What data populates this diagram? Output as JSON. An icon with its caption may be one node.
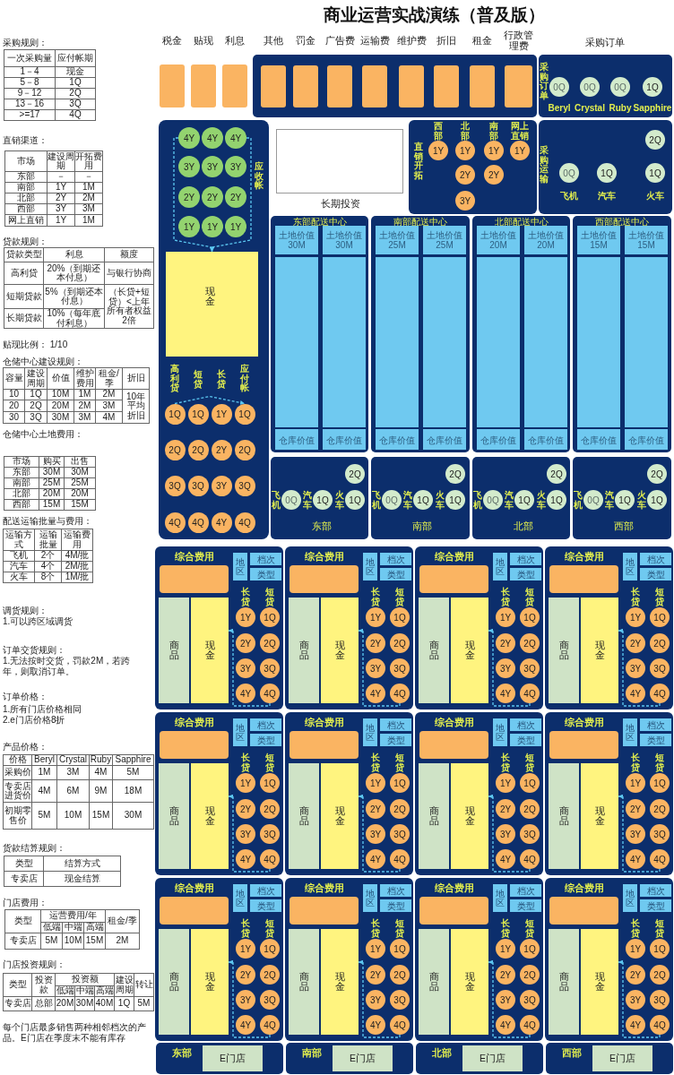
{
  "diagram": {
    "title": "商业运营实战演练（普及版）",
    "nodes": [
      {
        "text": [
          "税金"
        ]
      },
      {
        "text": [
          "贴现"
        ]
      },
      {
        "text": [
          "利息"
        ]
      },
      {
        "text": [],
        "shape": "box"
      },
      {
        "text": [
          "其他"
        ],
        "in": 3
      },
      {
        "text": [
          "罚金"
        ],
        "in": 3
      },
      {
        "text": [
          "广告费"
        ],
        "in": 3
      },
      {
        "text": [
          "运输费"
        ],
        "in": 3
      },
      {
        "text": [
          "维护费"
        ],
        "in": 3
      },
      {
        "text": [
          "折旧"
        ],
        "in": 3
      },
      {
        "text": [
          "租金"
        ],
        "in": 3
      },
      {
        "text": [
          "行政管理费"
        ],
        "in": 3
      },
      {
        "text": [
          "采购订单",
          "采购订单"
        ]
      },
      {
        "text": [
          "0Q"
        ],
        "in": 12,
        "beside": [
          "Beryl"
        ]
      },
      {
        "text": [
          "0Q"
        ],
        "in": 12,
        "beside": [
          "Crystal"
        ]
      },
      {
        "text": [
          "0Q"
        ],
        "in": 12,
        "beside": [
          "Ruby"
        ]
      },
      {
        "text": [
          "1Q"
        ],
        "in": 12,
        "beside": [
          "Sapphire"
        ]
      },
      {
        "text": [
          "应收帐",
          "高利贷",
          "短贷",
          "长贷",
          "应付帐"
        ]
      },
      {
        "text": [
          "4Y"
        ],
        "in": 17
      },
      {
        "text": [
          "4Y"
        ],
        "in": 17
      },
      {
        "text": [
          "4Y"
        ],
        "in": 17
      },
      {
        "text": [
          "3Y"
        ],
        "in": 17
      },
      {
        "text": [
          "3Y"
        ],
        "in": 17
      },
      {
        "text": [
          "3Y"
        ],
        "in": 17
      },
      {
        "text": [
          "2Y"
        ],
        "in": 17
      },
      {
        "text": [
          "2Y"
        ],
        "in": 17
      },
      {
        "text": [
          "2Y"
        ],
        "in": 17
      },
      {
        "text": [
          "1Y"
        ],
        "in": 17
      },
      {
        "text": [
          "1Y"
        ],
        "in": 17
      },
      {
        "text": [
          "1Y"
        ],
        "in": 17
      },
      {
        "text": [
          "现金"
        ],
        "in": 17
      },
      {
        "text": [
          "1Q"
        ],
        "in": 17
      },
      {
        "text": [
          "1Q"
        ],
        "in": 17
      },
      {
        "text": [
          "1Y"
        ],
        "in": 17
      },
      {
        "text": [
          "1Q"
        ],
        "in": 17
      },
      {
        "text": [
          "2Q"
        ],
        "in": 17
      },
      {
        "text": [
          "2Q"
        ],
        "in": 17
      },
      {
        "text": [
          "2Y"
        ],
        "in": 17
      },
      {
        "text": [
          "2Q"
        ],
        "in": 17
      },
      {
        "text": [
          "3Q"
        ],
        "in": 17
      },
      {
        "text": [
          "3Q"
        ],
        "in": 17
      },
      {
        "text": [
          "3Y"
        ],
        "in": 17
      },
      {
        "text": [
          "3Q"
        ],
        "in": 17
      },
      {
        "text": [
          "4Q"
        ],
        "in": 17
      },
      {
        "text": [
          "4Q"
        ],
        "in": 17
      },
      {
        "text": [
          "4Y"
        ],
        "in": 17
      },
      {
        "text": [
          "4Q"
        ],
        "in": 17
      },
      {
        "text": [
          "长期投资"
        ]
      },
      {
        "text": [
          "直销开拓"
        ]
      },
      {
        "text": [
          "1Y"
        ],
        "in": 48,
        "beside": [
          "西部"
        ]
      },
      {
        "text": [
          "1Y"
        ],
        "in": 48,
        "beside": [
          "北部"
        ]
      },
      {
        "text": [
          "1Y"
        ],
        "in": 48,
        "beside": [
          "南部"
        ]
      },
      {
        "text": [
          "1Y"
        ],
        "in": 48,
        "beside": [
          "网上直销"
        ]
      },
      {
        "text": [
          "2Y"
        ],
        "in": 48
      },
      {
        "text": [
          "2Y"
        ],
        "in": 48
      },
      {
        "text": [
          "3Y"
        ],
        "in": 48
      },
      {
        "text": [
          "采购运输"
        ]
      },
      {
        "text": [
          "2Q"
        ],
        "in": 56
      },
      {
        "text": [
          "0Q"
        ],
        "in": 56,
        "beside": [
          "飞机"
        ]
      },
      {
        "text": [
          "1Q"
        ],
        "in": 56,
        "beside": [
          "汽车"
        ]
      },
      {
        "text": [
          "1Q"
        ],
        "in": 56,
        "beside": [
          "火车"
        ]
      },
      {
        "text": [
          "东部配送中心"
        ]
      },
      {
        "text": [
          "土地价值30M"
        ],
        "in": 61
      },
      {
        "text": [
          "土地价值30M"
        ],
        "in": 61
      },
      {
        "text": [
          "仓库价值"
        ],
        "in": 61
      },
      {
        "text": [
          "仓库价值"
        ],
        "in": 61
      },
      {
        "text": [
          "南部配送中心"
        ]
      },
      {
        "text": [
          "土地价值25M"
        ],
        "in": 66
      },
      {
        "text": [
          "土地价值25M"
        ],
        "in": 66
      },
      {
        "text": [
          "仓库价值"
        ],
        "in": 66
      },
      {
        "text": [
          "仓库价值"
        ],
        "in": 66
      },
      {
        "text": [
          "北部配送中心"
        ]
      },
      {
        "text": [
          "土地价值20M"
        ],
        "in": 71
      },
      {
        "text": [
          "土地价值20M"
        ],
        "in": 71
      },
      {
        "text": [
          "仓库价值"
        ],
        "in": 71
      },
      {
        "text": [
          "仓库价值"
        ],
        "in": 71
      },
      {
        "text": [
          "西部配送中心"
        ]
      },
      {
        "text": [
          "土地价值15M"
        ],
        "in": 76
      },
      {
        "text": [
          "土地价值15M"
        ],
        "in": 76
      },
      {
        "text": [
          "仓库价值"
        ],
        "in": 76
      },
      {
        "text": [
          "仓库价值"
        ],
        "in": 76
      },
      {
        "text": [
          "东部"
        ]
      },
      {
        "text": [
          "2Q"
        ],
        "in": 81
      },
      {
        "text": [
          "0Q"
        ],
        "in": 81,
        "beside": [
          "飞机"
        ]
      },
      {
        "text": [
          "1Q"
        ],
        "in": 81,
        "beside": [
          "汽车"
        ]
      },
      {
        "text": [
          "1Q"
        ],
        "in": 81,
        "beside": [
          "火车"
        ]
      },
      {
        "text": [
          "南部"
        ]
      },
      {
        "text": [
          "2Q"
        ],
        "in": 86
      },
      {
        "text": [
          "0Q"
        ],
        "in": 86,
        "beside": [
          "飞机"
        ]
      },
      {
        "text": [
          "1Q"
        ],
        "in": 86,
        "beside": [
          "汽车"
        ]
      },
      {
        "text": [
          "1Q"
        ],
        "in": 86,
        "beside": [
          "火车"
        ]
      },
      {
        "text": [
          "北部"
        ]
      },
      {
        "text": [
          "2Q"
        ],
        "in": 91
      },
      {
        "text": [
          "0Q"
        ],
        "in": 91,
        "beside": [
          "飞机"
        ]
      },
      {
        "text": [
          "1Q"
        ],
        "in": 91,
        "beside": [
          "汽车"
        ]
      },
      {
        "text": [
          "1Q"
        ],
        "in": 91,
        "beside": [
          "火车"
        ]
      },
      {
        "text": [
          "西部"
        ]
      },
      {
        "text": [
          "2Q"
        ],
        "in": 96
      },
      {
        "text": [
          "0Q"
        ],
        "in": 96,
        "beside": [
          "飞机"
        ]
      },
      {
        "text": [
          "1Q"
        ],
        "in": 96,
        "beside": [
          "汽车"
        ]
      },
      {
        "text": [
          "1Q"
        ],
        "in": 96,
        "beside": [
          "火车"
        ]
      },
      {
        "text": [],
        "shape": "box"
      },
      {
        "text": [
          "综合费用"
        ],
        "in": 101
      },
      {
        "text": [
          "地区"
        ],
        "in": 101
      },
      {
        "text": [
          "档次"
        ],
        "in": 101
      },
      {
        "text": [
          "类型"
        ],
        "in": 101
      },
      {
        "text": [
          "1Y"
        ],
        "in": 101,
        "beside": [
          "长贷"
        ]
      },
      {
        "text": [
          "1Q"
        ],
        "in": 101,
        "beside": [
          "短贷"
        ]
      },
      {
        "text": [
          "2Y"
        ],
        "in": 101
      },
      {
        "text": [
          "2Q"
        ],
        "in": 101
      },
      {
        "text": [
          "3Y"
        ],
        "in": 101
      },
      {
        "text": [
          "3Q"
        ],
        "in": 101
      },
      {
        "text": [
          "4Y"
        ],
        "in": 101
      },
      {
        "text": [
          "4Q"
        ],
        "in": 101
      },
      {
        "text": [
          "商品"
        ],
        "in": 101
      },
      {
        "text": [
          "现金"
        ],
        "in": 101
      },
      {
        "text": [],
        "shape": "box"
      },
      {
        "text": [
          "综合费用"
        ],
        "in": 116
      },
      {
        "text": [
          "地区"
        ],
        "in": 116
      },
      {
        "text": [
          "档次"
        ],
        "in": 116
      },
      {
        "text": [
          "类型"
        ],
        "in": 116
      },
      {
        "text": [
          "1Y"
        ],
        "in": 116,
        "beside": [
          "长贷"
        ]
      },
      {
        "text": [
          "1Q"
        ],
        "in": 116,
        "beside": [
          "短贷"
        ]
      },
      {
        "text": [
          "2Y"
        ],
        "in": 116
      },
      {
        "text": [
          "2Q"
        ],
        "in": 116
      },
      {
        "text": [
          "3Y"
        ],
        "in": 116
      },
      {
        "text": [
          "3Q"
        ],
        "in": 116
      },
      {
        "text": [
          "4Y"
        ],
        "in": 116
      },
      {
        "text": [
          "4Q"
        ],
        "in": 116
      },
      {
        "text": [
          "商品"
        ],
        "in": 116
      },
      {
        "text": [
          "现金"
        ],
        "in": 116
      },
      {
        "text": [],
        "shape": "box"
      },
      {
        "text": [
          "综合费用"
        ],
        "in": 131
      },
      {
        "text": [
          "地区"
        ],
        "in": 131
      },
      {
        "text": [
          "档次"
        ],
        "in": 131
      },
      {
        "text": [
          "类型"
        ],
        "in": 131
      },
      {
        "text": [
          "1Y"
        ],
        "in": 131,
        "beside": [
          "长贷"
        ]
      },
      {
        "text": [
          "1Q"
        ],
        "in": 131,
        "beside": [
          "短贷"
        ]
      },
      {
        "text": [
          "2Y"
        ],
        "in": 131
      },
      {
        "text": [
          "2Q"
        ],
        "in": 131
      },
      {
        "text": [
          "3Y"
        ],
        "in": 131
      },
      {
        "text": [
          "3Q"
        ],
        "in": 131
      },
      {
        "text": [
          "4Y"
        ],
        "in": 131
      },
      {
        "text": [
          "4Q"
        ],
        "in": 131
      },
      {
        "text": [
          "商品"
        ],
        "in": 131
      },
      {
        "text": [
          "现金"
        ],
        "in": 131
      },
      {
        "text": [],
        "shape": "box"
      },
      {
        "text": [
          "综合费用"
        ],
        "in": 146
      },
      {
        "text": [
          "地区"
        ],
        "in": 146
      },
      {
        "text": [
          "档次"
        ],
        "in": 146
      },
      {
        "text": [
          "类型"
        ],
        "in": 146
      },
      {
        "text": [
          "1Y"
        ],
        "in": 146,
        "beside": [
          "长贷"
        ]
      },
      {
        "text": [
          "1Q"
        ],
        "in": 146,
        "beside": [
          "短贷"
        ]
      },
      {
        "text": [
          "2Y"
        ],
        "in": 146
      },
      {
        "text": [
          "2Q"
        ],
        "in": 146
      },
      {
        "text": [
          "3Y"
        ],
        "in": 146
      },
      {
        "text": [
          "3Q"
        ],
        "in": 146
      },
      {
        "text": [
          "4Y"
        ],
        "in": 146
      },
      {
        "text": [
          "4Q"
        ],
        "in": 146
      },
      {
        "text": [
          "商品"
        ],
        "in": 146
      },
      {
        "text": [
          "现金"
        ],
        "in": 146
      },
      {
        "text": [],
        "shape": "box"
      },
      {
        "text": [
          "综合费用"
        ],
        "in": 161
      },
      {
        "text": [
          "地区"
        ],
        "in": 161
      },
      {
        "text": [
          "档次"
        ],
        "in": 161
      },
      {
        "text": [
          "类型"
        ],
        "in": 161
      },
      {
        "text": [
          "1Y"
        ],
        "in": 161,
        "beside": [
          "长贷"
        ]
      },
      {
        "text": [
          "1Q"
        ],
        "in": 161,
        "beside": [
          "短贷"
        ]
      },
      {
        "text": [
          "2Y"
        ],
        "in": 161
      },
      {
        "text": [
          "2Q"
        ],
        "in": 161
      },
      {
        "text": [
          "3Y"
        ],
        "in": 161
      },
      {
        "text": [
          "3Q"
        ],
        "in": 161
      },
      {
        "text": [
          "4Y"
        ],
        "in": 161
      },
      {
        "text": [
          "4Q"
        ],
        "in": 161
      },
      {
        "text": [
          "商品"
        ],
        "in": 161
      },
      {
        "text": [
          "现金"
        ],
        "in": 161
      },
      {
        "text": [],
        "shape": "box"
      },
      {
        "text": [
          "综合费用"
        ],
        "in": 176
      },
      {
        "text": [
          "地区"
        ],
        "in": 176
      },
      {
        "text": [
          "档次"
        ],
        "in": 176
      },
      {
        "text": [
          "类型"
        ],
        "in": 176
      },
      {
        "text": [
          "1Y"
        ],
        "in": 176,
        "beside": [
          "长贷"
        ]
      },
      {
        "text": [
          "1Q"
        ],
        "in": 176,
        "beside": [
          "短贷"
        ]
      },
      {
        "text": [
          "2Y"
        ],
        "in": 176
      },
      {
        "text": [
          "2Q"
        ],
        "in": 176
      },
      {
        "text": [
          "3Y"
        ],
        "in": 176
      },
      {
        "text": [
          "3Q"
        ],
        "in": 176
      },
      {
        "text": [
          "4Y"
        ],
        "in": 176
      },
      {
        "text": [
          "4Q"
        ],
        "in": 176
      },
      {
        "text": [
          "商品"
        ],
        "in": 176
      },
      {
        "text": [
          "现金"
        ],
        "in": 176
      },
      {
        "text": [],
        "shape": "box"
      },
      {
        "text": [
          "综合费用"
        ],
        "in": 191
      },
      {
        "text": [
          "地区"
        ],
        "in": 191
      },
      {
        "text": [
          "档次"
        ],
        "in": 191
      },
      {
        "text": [
          "类型"
        ],
        "in": 191
      },
      {
        "text": [
          "1Y"
        ],
        "in": 191,
        "beside": [
          "长贷"
        ]
      },
      {
        "text": [
          "1Q"
        ],
        "in": 191,
        "beside": [
          "短贷"
        ]
      },
      {
        "text": [
          "2Y"
        ],
        "in": 191
      },
      {
        "text": [
          "2Q"
        ],
        "in": 191
      },
      {
        "text": [
          "3Y"
        ],
        "in": 191
      },
      {
        "text": [
          "3Q"
        ],
        "in": 191
      },
      {
        "text": [
          "4Y"
        ],
        "in": 191
      },
      {
        "text": [
          "4Q"
        ],
        "in": 191
      },
      {
        "text": [
          "商品"
        ],
        "in": 191
      },
      {
        "text": [
          "现金"
        ],
        "in": 191
      },
      {
        "text": [],
        "shape": "box"
      },
      {
        "text": [
          "综合费用"
        ],
        "in": 206
      },
      {
        "text": [
          "地区"
        ],
        "in": 206
      },
      {
        "text": [
          "档次"
        ],
        "in": 206
      },
      {
        "text": [
          "类型"
        ],
        "in": 206
      },
      {
        "text": [
          "1Y"
        ],
        "in": 206,
        "beside": [
          "长贷"
        ]
      },
      {
        "text": [
          "1Q"
        ],
        "in": 206,
        "beside": [
          "短贷"
        ]
      },
      {
        "text": [
          "2Y"
        ],
        "in": 206
      },
      {
        "text": [
          "2Q"
        ],
        "in": 206
      },
      {
        "text": [
          "3Y"
        ],
        "in": 206
      },
      {
        "text": [
          "3Q"
        ],
        "in": 206
      },
      {
        "text": [
          "4Y"
        ],
        "in": 206
      },
      {
        "text": [
          "4Q"
        ],
        "in": 206
      },
      {
        "text": [
          "商品"
        ],
        "in": 206
      },
      {
        "text": [
          "现金"
        ],
        "in": 206
      },
      {
        "text": [],
        "shape": "box"
      },
      {
        "text": [
          "综合费用"
        ],
        "in": 221
      },
      {
        "text": [
          "地区"
        ],
        "in": 221
      },
      {
        "text": [
          "档次"
        ],
        "in": 221
      },
      {
        "text": [
          "类型"
        ],
        "in": 221
      },
      {
        "text": [
          "1Y"
        ],
        "in": 221,
        "beside": [
          "长贷"
        ]
      },
      {
        "text": [
          "1Q"
        ],
        "in": 221,
        "beside": [
          "短贷"
        ]
      },
      {
        "text": [
          "2Y"
        ],
        "in": 221
      },
      {
        "text": [
          "2Q"
        ],
        "in": 221
      },
      {
        "text": [
          "3Y"
        ],
        "in": 221
      },
      {
        "text": [
          "3Q"
        ],
        "in": 221
      },
      {
        "text": [
          "4Y"
        ],
        "in": 221
      },
      {
        "text": [
          "4Q"
        ],
        "in": 221
      },
      {
        "text": [
          "商品"
        ],
        "in": 221
      },
      {
        "text": [
          "现金"
        ],
        "in": 221
      },
      {
        "text": [],
        "shape": "box"
      },
      {
        "text": [
          "综合费用"
        ],
        "in": 236
      },
      {
        "text": [
          "地区"
        ],
        "in": 236
      },
      {
        "text": [
          "档次"
        ],
        "in": 236
      },
      {
        "text": [
          "类型"
        ],
        "in": 236
      },
      {
        "text": [
          "1Y"
        ],
        "in": 236,
        "beside": [
          "长贷"
        ]
      },
      {
        "text": [
          "1Q"
        ],
        "in": 236,
        "beside": [
          "短贷"
        ]
      },
      {
        "text": [
          "2Y"
        ],
        "in": 236
      },
      {
        "text": [
          "2Q"
        ],
        "in": 236
      },
      {
        "text": [
          "3Y"
        ],
        "in": 236
      },
      {
        "text": [
          "3Q"
        ],
        "in": 236
      },
      {
        "text": [
          "4Y"
        ],
        "in": 236
      },
      {
        "text": [
          "4Q"
        ],
        "in": 236
      },
      {
        "text": [
          "商品"
        ],
        "in": 236
      },
      {
        "text": [
          "现金"
        ],
        "in": 236
      },
      {
        "text": [],
        "shape": "box"
      },
      {
        "text": [
          "综合费用"
        ],
        "in": 251
      },
      {
        "text": [
          "地区"
        ],
        "in": 251
      },
      {
        "text": [
          "档次"
        ],
        "in": 251
      },
      {
        "text": [
          "类型"
        ],
        "in": 251
      },
      {
        "text": [
          "1Y"
        ],
        "in": 251,
        "beside": [
          "长贷"
        ]
      },
      {
        "text": [
          "1Q"
        ],
        "in": 251,
        "beside": [
          "短贷"
        ]
      },
      {
        "text": [
          "2Y"
        ],
        "in": 251
      },
      {
        "text": [
          "2Q"
        ],
        "in": 251
      },
      {
        "text": [
          "3Y"
        ],
        "in": 251
      },
      {
        "text": [
          "3Q"
        ],
        "in": 251
      },
      {
        "text": [
          "4Y"
        ],
        "in": 251
      },
      {
        "text": [
          "4Q"
        ],
        "in": 251
      },
      {
        "text": [
          "商品"
        ],
        "in": 251
      },
      {
        "text": [
          "现金"
        ],
        "in": 251
      },
      {
        "text": [],
        "shape": "box"
      },
      {
        "text": [
          "综合费用"
        ],
        "in": 266
      },
      {
        "text": [
          "地区"
        ],
        "in": 266
      },
      {
        "text": [
          "档次"
        ],
        "in": 266
      },
      {
        "text": [
          "类型"
        ],
        "in": 266
      },
      {
        "text": [
          "1Y"
        ],
        "in": 266,
        "beside": [
          "长贷"
        ]
      },
      {
        "text": [
          "1Q"
        ],
        "in": 266,
        "beside": [
          "短贷"
        ]
      },
      {
        "text": [
          "2Y"
        ],
        "in": 266
      },
      {
        "text": [
          "2Q"
        ],
        "in": 266
      },
      {
        "text": [
          "3Y"
        ],
        "in": 266
      },
      {
        "text": [
          "3Q"
        ],
        "in": 266
      },
      {
        "text": [
          "4Y"
        ],
        "in": 266
      },
      {
        "text": [
          "4Q"
        ],
        "in": 266
      },
      {
        "text": [
          "商品"
        ],
        "in": 266
      },
      {
        "text": [
          "现金"
        ],
        "in": 266
      },
      {
        "text": [
          "东部"
        ]
      },
      {
        "text": [
          "E门店"
        ],
        "in": 281
      },
      {
        "text": [
          "南部"
        ]
      },
      {
        "text": [
          "E门店"
        ],
        "in": 283
      },
      {
        "text": [
          "北部"
        ]
      },
      {
        "text": [
          "E门店"
        ],
        "in": 285
      },
      {
        "text": [
          "西部"
        ]
      },
      {
        "text": [
          "E门店"
        ],
        "in": 287
      }
    ],
    "edges": [
      {
        "from": 18,
        "to": 30,
        "arrow": "to",
        "style": "dashed"
      },
      {
        "from": 20,
        "to": 30,
        "arrow": "to",
        "style": "dashed"
      },
      {
        "from": 31,
        "to": 34,
        "arrow": "to",
        "style": "dashed"
      },
      {
        "from": 113,
        "to": 115,
        "arrow": "to",
        "style": "dashed"
      },
      {
        "from": 128,
        "to": 130,
        "arrow": "to",
        "style": "dashed"
      },
      {
        "from": 143,
        "to": 145,
        "arrow": "to",
        "style": "dashed"
      },
      {
        "from": 158,
        "to": 160,
        "arrow": "to",
        "style": "dashed"
      },
      {
        "from": 173,
        "to": 175,
        "arrow": "to",
        "style": "dashed"
      },
      {
        "from": 188,
        "to": 190,
        "arrow": "to",
        "style": "dashed"
      },
      {
        "from": 203,
        "to": 205,
        "arrow": "to",
        "style": "dashed"
      },
      {
        "from": 218,
        "to": 220,
        "arrow": "to",
        "style": "dashed"
      },
      {
        "from": 233,
        "to": 235,
        "arrow": "to",
        "style": "dashed"
      },
      {
        "from": 248,
        "to": 250,
        "arrow": "to",
        "style": "dashed"
      },
      {
        "from": 263,
        "to": 265,
        "arrow": "to",
        "style": "dashed"
      },
      {
        "from": 278,
        "to": 280,
        "arrow": "to",
        "style": "dashed"
      }
    ],
    "labels": [
      "采购规则：",
      "一次采购量",
      "应付帐期",
      "1－4",
      "现金",
      "5－8",
      "1Q",
      "9－12",
      "2Q",
      "13－16",
      "3Q",
      ">=17",
      "4Q",
      "直销渠道：",
      "市场",
      "建设周期",
      "开拓费用",
      "东部",
      "－",
      "－",
      "南部",
      "1Y",
      "1M",
      "北部",
      "2Y",
      "2M",
      "西部",
      "3Y",
      "3M",
      "网上直销",
      "1Y",
      "1M",
      "贷款规则：",
      "贷款类型",
      "利息",
      "额度",
      "高利贷",
      "20%（到期还本付息）",
      "与银行协商",
      "短期贷款",
      "5%（到期还本付息）",
      "（长贷+短贷）<上年所有者权益2倍",
      "长期贷款",
      "10%（每年底付利息）",
      "贴现比例： 1/10",
      "仓储中心建设规则：",
      "容量",
      "建设周期",
      "价值",
      "维护费用",
      "租金/季",
      "折旧",
      "10",
      "1Q",
      "10M",
      "1M",
      "2M",
      "10年平均折旧",
      "20",
      "2Q",
      "20M",
      "2M",
      "3M",
      "30",
      "3Q",
      "30M",
      "3M",
      "4M",
      "仓储中心土地费用：",
      "市场",
      "购买",
      "出售",
      "东部",
      "30M",
      "30M",
      "南部",
      "25M",
      "25M",
      "北部",
      "20M",
      "20M",
      "西部",
      "15M",
      "15M",
      "配送运输批量与费用：",
      "运输方式",
      "运输批量",
      "运输费用",
      "飞机",
      "2个",
      "4M/批",
      "汽车",
      "4个",
      "2M/批",
      "火车",
      "8个",
      "1M/批",
      "调货规则：",
      "1.可以跨区域调货",
      "订单交货规则：",
      "1.无法按时交货，罚款2M，若跨年，则取消订单。",
      "订单价格：",
      "1.所有门店价格相同",
      "2.e门店价格8折",
      "产品价格：",
      "价格",
      "Beryl",
      "Crystal",
      "Ruby",
      "Sapphire",
      "采购价",
      "1M",
      "3M",
      "4M",
      "5M",
      "专卖店进货价",
      "4M",
      "6M",
      "9M",
      "18M",
      "初期零售价",
      "5M",
      "10M",
      "15M",
      "30M",
      "货款结算规则：",
      "类型",
      "结算方式",
      "专卖店",
      "现金结算",
      "门店费用：",
      "类型",
      "运营费用/年",
      "租金/季",
      "低端",
      "中端",
      "高端",
      "专卖店",
      "5M",
      "10M",
      "15M",
      "2M",
      "门店投资规则：",
      "类型",
      "投资款",
      "投资额",
      "建设周期",
      "转让",
      "低端",
      "中端",
      "高端",
      "专卖店",
      "总部",
      "20M",
      "30M",
      "40M",
      "1Q",
      "5M",
      "每个门店最多销售两种相邻档次的产品。E门店在季度末不能有库存"
    ]
  }
}
